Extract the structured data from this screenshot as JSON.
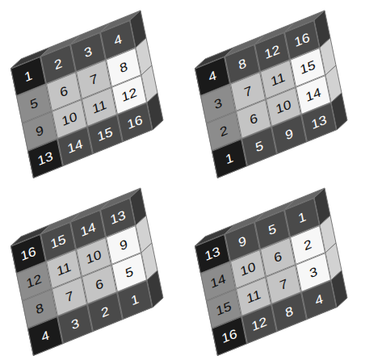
{
  "diagram": {
    "nodes": [
      {
        "text": [
          "1"
        ]
      },
      {
        "text": [
          "2"
        ]
      },
      {
        "text": [
          "3"
        ]
      },
      {
        "text": [
          "4"
        ]
      },
      {
        "text": [
          "5"
        ]
      },
      {
        "text": [
          "6"
        ]
      },
      {
        "text": [
          "7"
        ]
      },
      {
        "text": [
          "8"
        ]
      },
      {
        "text": [
          "9"
        ]
      },
      {
        "text": [
          "10"
        ]
      },
      {
        "text": [
          "11"
        ]
      },
      {
        "text": [
          "12"
        ]
      },
      {
        "text": [
          "13"
        ]
      },
      {
        "text": [
          "14"
        ]
      },
      {
        "text": [
          "15"
        ]
      },
      {
        "text": [
          "16"
        ]
      },
      {
        "text": [
          "4"
        ]
      },
      {
        "text": [
          "8"
        ]
      },
      {
        "text": [
          "12"
        ]
      },
      {
        "text": [
          "16"
        ]
      },
      {
        "text": [
          "3"
        ]
      },
      {
        "text": [
          "7"
        ]
      },
      {
        "text": [
          "11"
        ]
      },
      {
        "text": [
          "15"
        ]
      },
      {
        "text": [
          "2"
        ]
      },
      {
        "text": [
          "6"
        ]
      },
      {
        "text": [
          "10"
        ]
      },
      {
        "text": [
          "14"
        ]
      },
      {
        "text": [
          "1"
        ]
      },
      {
        "text": [
          "5"
        ]
      },
      {
        "text": [
          "9"
        ]
      },
      {
        "text": [
          "13"
        ]
      },
      {
        "text": [
          "16"
        ]
      },
      {
        "text": [
          "15"
        ]
      },
      {
        "text": [
          "14"
        ]
      },
      {
        "text": [
          "13"
        ]
      },
      {
        "text": [
          "12"
        ]
      },
      {
        "text": [
          "11"
        ]
      },
      {
        "text": [
          "10"
        ]
      },
      {
        "text": [
          "9"
        ]
      },
      {
        "text": [
          "8"
        ]
      },
      {
        "text": [
          "7"
        ]
      },
      {
        "text": [
          "6"
        ]
      },
      {
        "text": [
          "5"
        ]
      },
      {
        "text": [
          "4"
        ]
      },
      {
        "text": [
          "3"
        ]
      },
      {
        "text": [
          "2"
        ]
      },
      {
        "text": [
          "1"
        ]
      },
      {
        "text": [
          "13"
        ]
      },
      {
        "text": [
          "9"
        ]
      },
      {
        "text": [
          "5"
        ]
      },
      {
        "text": [
          "1"
        ]
      },
      {
        "text": [
          "14"
        ]
      },
      {
        "text": [
          "10"
        ]
      },
      {
        "text": [
          "6"
        ]
      },
      {
        "text": [
          "2"
        ]
      },
      {
        "text": [
          "15"
        ]
      },
      {
        "text": [
          "11"
        ]
      },
      {
        "text": [
          "7"
        ]
      },
      {
        "text": [
          "3"
        ]
      },
      {
        "text": [
          "16"
        ]
      },
      {
        "text": [
          "12"
        ]
      },
      {
        "text": [
          "8"
        ]
      },
      {
        "text": [
          "4"
        ]
      }
    ]
  }
}
